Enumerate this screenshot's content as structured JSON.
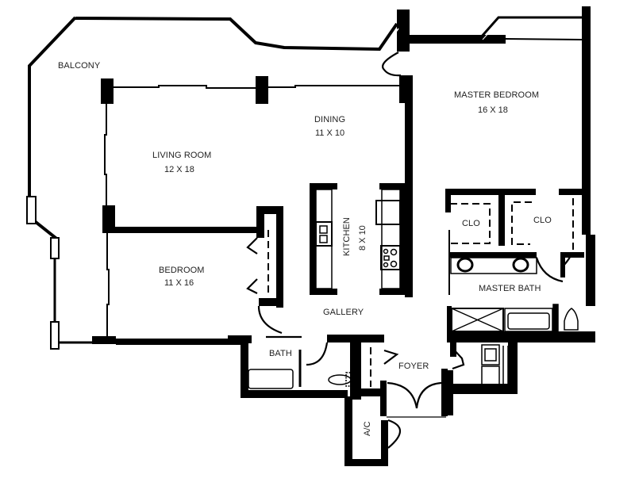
{
  "plan": {
    "type": "floor plan",
    "rooms": [
      {
        "id": "balcony",
        "name": "BALCONY",
        "dimensions": null
      },
      {
        "id": "living_room",
        "name": "LIVING ROOM",
        "dimensions": "12 X 18"
      },
      {
        "id": "dining",
        "name": "DINING",
        "dimensions": "11 X 10"
      },
      {
        "id": "kitchen",
        "name": "KITCHEN",
        "dimensions": "8 X 10"
      },
      {
        "id": "master_bedroom",
        "name": "MASTER BEDROOM",
        "dimensions": "16 X 18"
      },
      {
        "id": "bedroom",
        "name": "BEDROOM",
        "dimensions": "11 X 16"
      },
      {
        "id": "gallery",
        "name": "GALLERY",
        "dimensions": null
      },
      {
        "id": "bath",
        "name": "BATH",
        "dimensions": null
      },
      {
        "id": "foyer",
        "name": "FOYER",
        "dimensions": null
      },
      {
        "id": "ac",
        "name": "A/C",
        "dimensions": null
      },
      {
        "id": "master_bath",
        "name": "MASTER BATH",
        "dimensions": null
      },
      {
        "id": "closet_1",
        "name": "CLO",
        "dimensions": null
      },
      {
        "id": "closet_2",
        "name": "CLO",
        "dimensions": null
      }
    ],
    "colors": {
      "wall": "#000000",
      "background": "#ffffff",
      "text": "#222222"
    }
  }
}
